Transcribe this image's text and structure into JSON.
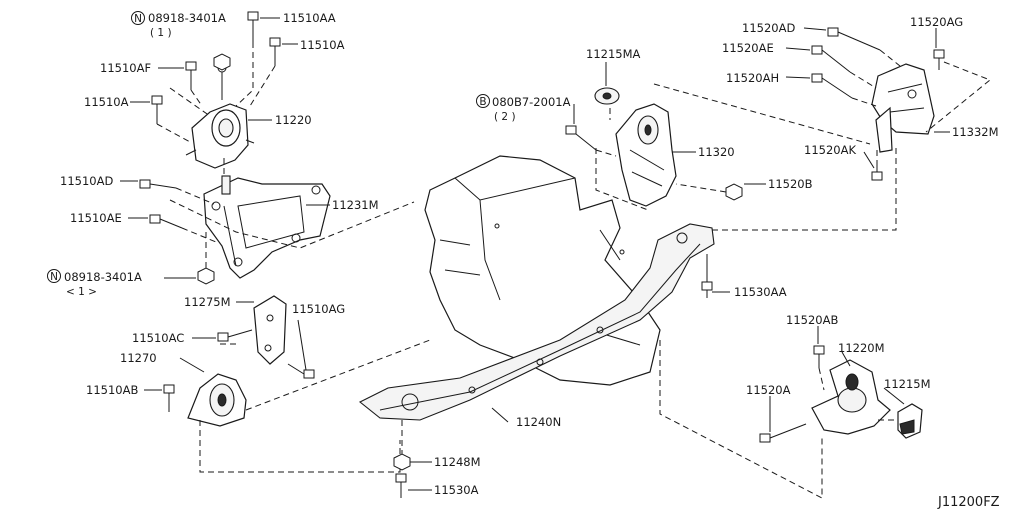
{
  "diagram_code": "J11200FZ",
  "labels": {
    "p08918_top": "08918-3401A",
    "p08918_top_qty": "( 1 )",
    "p11510AA": "11510AA",
    "p11510A_top": "11510A",
    "p11510AF": "11510AF",
    "p11510A_left": "11510A",
    "p11220": "11220",
    "p11510AD": "11510AD",
    "p11510AE": "11510AE",
    "p11231M": "11231M",
    "p08918_mid": "08918-3401A",
    "p08918_mid_qty": "< 1 >",
    "p11275M": "11275M",
    "p11510AG": "11510AG",
    "p11510AC": "11510AC",
    "p11270": "11270",
    "p11510AB": "11510AB",
    "p11215MA": "11215MA",
    "p080B7": "080B7-2001A",
    "p080B7_qty": "( 2 )",
    "p11320": "11320",
    "p11520B": "11520B",
    "p11520AD": "11520AD",
    "p11520AE": "11520AE",
    "p11520AH": "11520AH",
    "p11520AG": "11520AG",
    "p11332M": "11332M",
    "p11520AK": "11520AK",
    "p11530AA": "11530AA",
    "p11240N": "11240N",
    "p11248M": "11248M",
    "p11530A": "11530A",
    "p11520AB": "11520AB",
    "p11220M": "11220M",
    "p11215M": "11215M",
    "p11520A": "11520A"
  },
  "markers": {
    "n": "N",
    "b": "B"
  }
}
